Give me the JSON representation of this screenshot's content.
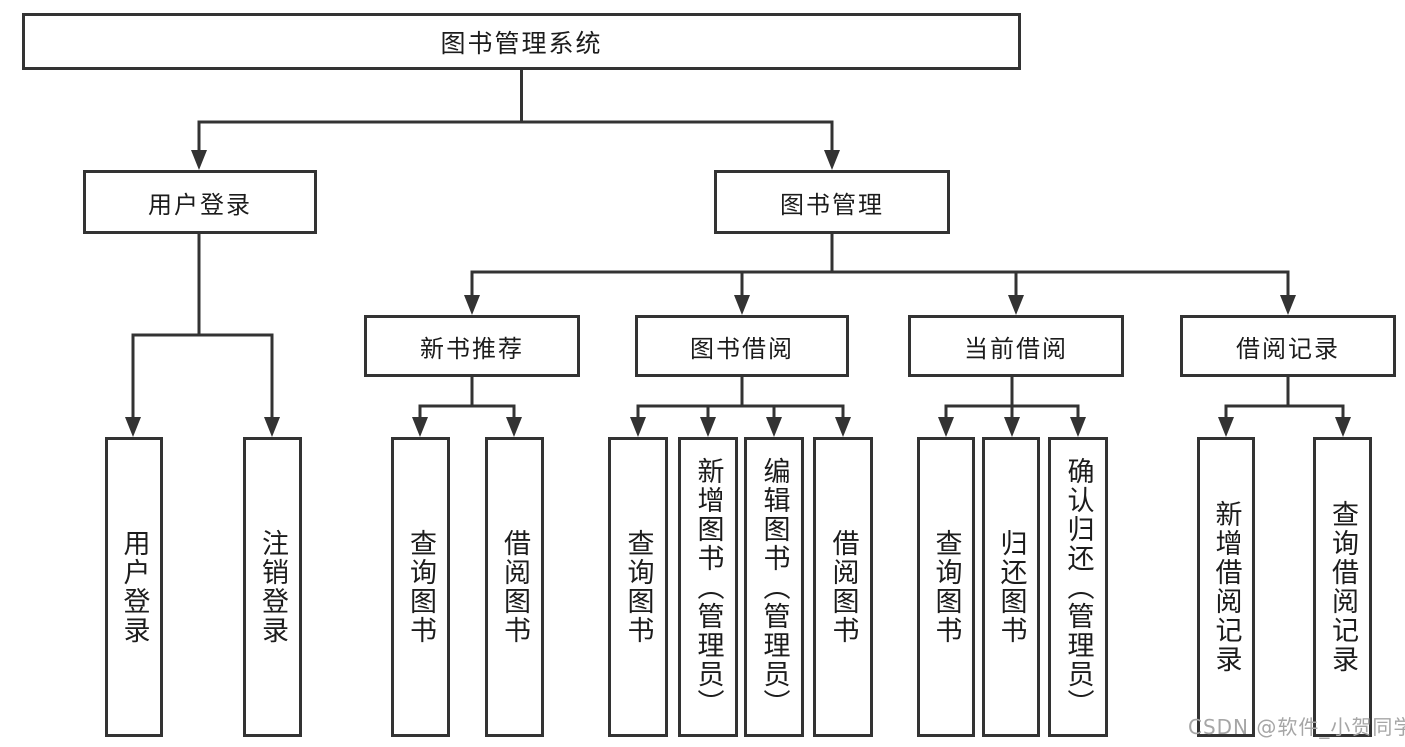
{
  "diagram_title": "图书管理系统",
  "colors": {
    "line": "#333333",
    "text": "#1c1c1c",
    "background": "#ffffff",
    "watermark": "#a6a6a6"
  },
  "watermark": {
    "text": "CSDN @软件_小贺同学"
  },
  "tree": {
    "root": "图书管理系统",
    "children": [
      {
        "label": "用户登录",
        "children": [
          {
            "label": "用户登录"
          },
          {
            "label": "注销登录"
          }
        ]
      },
      {
        "label": "图书管理",
        "children": [
          {
            "label": "新书推荐",
            "children": [
              {
                "label": "查询图书"
              },
              {
                "label": "借阅图书"
              }
            ]
          },
          {
            "label": "图书借阅",
            "children": [
              {
                "label": "查询图书"
              },
              {
                "label": "新增图书（管理员）"
              },
              {
                "label": "编辑图书（管理员）"
              },
              {
                "label": "借阅图书"
              }
            ]
          },
          {
            "label": "当前借阅",
            "children": [
              {
                "label": "查询图书"
              },
              {
                "label": "归还图书"
              },
              {
                "label": "确认归还（管理员）"
              }
            ]
          },
          {
            "label": "借阅记录",
            "children": [
              {
                "label": "新增借阅记录"
              },
              {
                "label": "查询借阅记录"
              }
            ]
          }
        ]
      }
    ]
  }
}
